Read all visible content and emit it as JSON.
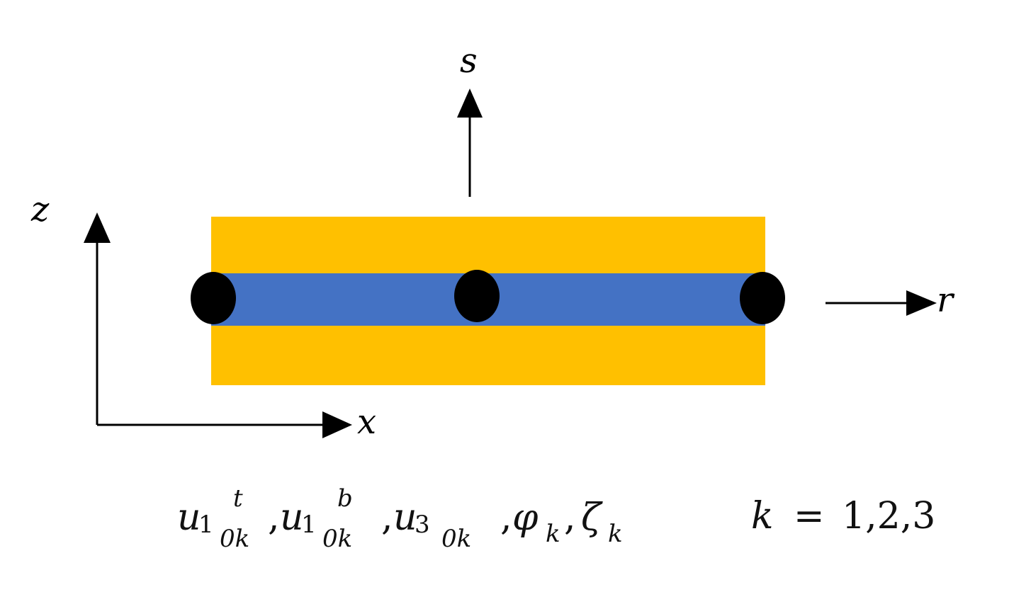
{
  "diagram": {
    "colors": {
      "outer_layer": "#FFC000",
      "inner_layer": "#4472C4",
      "nodes": "#000000",
      "arrows": "#000000"
    },
    "axes": {
      "z": "z",
      "x": "x",
      "s": "s",
      "r": "r"
    },
    "nodes_count": 3,
    "formula": {
      "u1t_base": "u",
      "u1t_index": "1",
      "u1t_sup": "t",
      "u1t_sub": "0k",
      "u1b_base": "u",
      "u1b_index": "1",
      "u1b_sup": "b",
      "u1b_sub": "0k",
      "u3_base": "u",
      "u3_index": "3",
      "u3_sub": "0k",
      "phi_base": "φ",
      "phi_sub": "k",
      "zeta_base": "ζ",
      "zeta_sub": "k",
      "comma": ","
    },
    "k_range": {
      "var": "k",
      "equals": "=",
      "values": "1,2,3"
    }
  }
}
